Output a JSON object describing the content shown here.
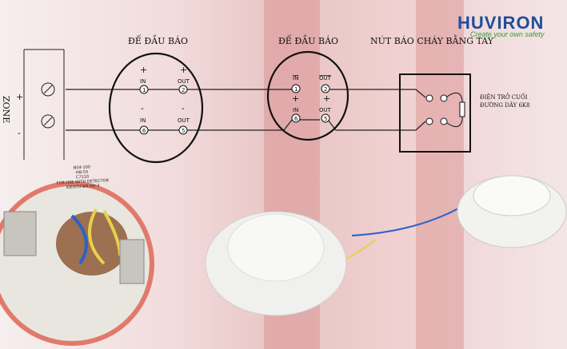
{
  "brand": {
    "name": "HUVIRON",
    "tagline": "Create your own safety"
  },
  "diagram": {
    "zone_label": "ZONE",
    "zone_plus": "+",
    "zone_minus": "-",
    "base1": {
      "title": "ĐẾ ĐẦU BÁO",
      "in_plus": "+",
      "in": "IN",
      "out_plus": "+",
      "out": "OUT",
      "t1": "1",
      "t2": "2",
      "in_minus": "-",
      "out_minus": "-",
      "t6": "6",
      "t5": "5"
    },
    "base2": {
      "title": "ĐẾ ĐẦU BÁO",
      "in": "IN",
      "out": "OUT",
      "t1": "1",
      "t2": "2",
      "in_plus": "+",
      "out_plus": "+",
      "t6": "6",
      "t5": "5"
    },
    "manual_call_point": {
      "title": "NÚT BÁO CHÁY BẰNG TAY"
    },
    "resistor_note": {
      "line1": "ĐIỆN TRỞ CUỐI",
      "line2": "ĐƯỜNG DÂY 6K8"
    }
  },
  "base_label": {
    "line1": "NS4-100",
    "line2": "HB-55",
    "line3": "C7110",
    "line4": "FOR USE WITH DETECTOR",
    "line5": "IDENTIFIER HD-3"
  }
}
